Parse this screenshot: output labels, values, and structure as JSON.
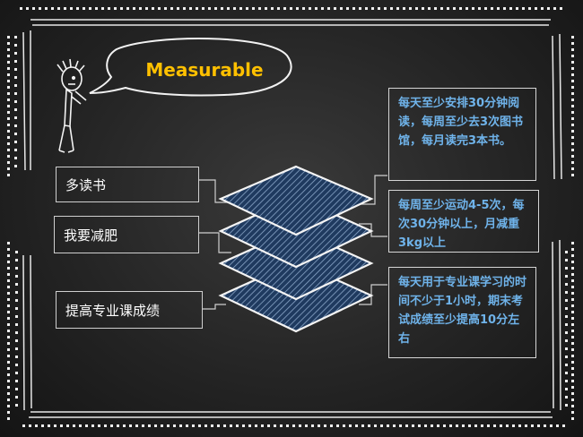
{
  "title": "Measurable",
  "goals": [
    "多读书",
    "我要减肥",
    "提高专业课成绩"
  ],
  "notes": [
    "每天至少安排30分钟阅读，每周至少去3次图书馆，每月读完3本书。",
    "每周至少运动4-5次，每次30分钟以上，月减重3kg以上",
    "每天用于专业课学习的时间不少于1小时，期末考试成绩至少提高10分左右"
  ],
  "colors": {
    "background": "#262626",
    "title": "#ffc000",
    "note_text": "#6fb3ea",
    "box_border": "#cfcfcf",
    "diamond_fill": "#1f3a5f",
    "diamond_stripe": "#8aa6c8"
  }
}
